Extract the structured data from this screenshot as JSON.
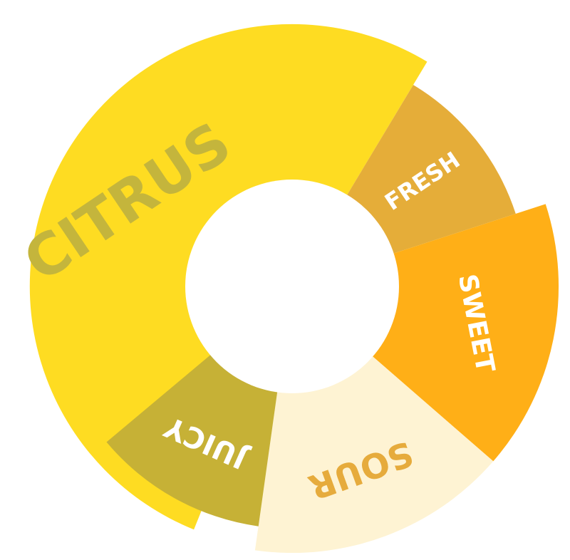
{
  "wheel": {
    "center_color": "#ffffff",
    "segments": [
      {
        "label": "CITRUS",
        "fill": "#fedc22",
        "text_color": "#c4b53c"
      },
      {
        "label": "FRESH",
        "fill": "#e5ad39",
        "text_color": "#ffffff"
      },
      {
        "label": "SWEET",
        "fill": "#ffaf17",
        "text_color": "#ffffff"
      },
      {
        "label": "SOUR",
        "fill": "#fef3d3",
        "text_color": "#e6ab3c"
      },
      {
        "label": "JUICY",
        "fill": "#c6b136",
        "text_color": "#ffffff"
      }
    ]
  }
}
